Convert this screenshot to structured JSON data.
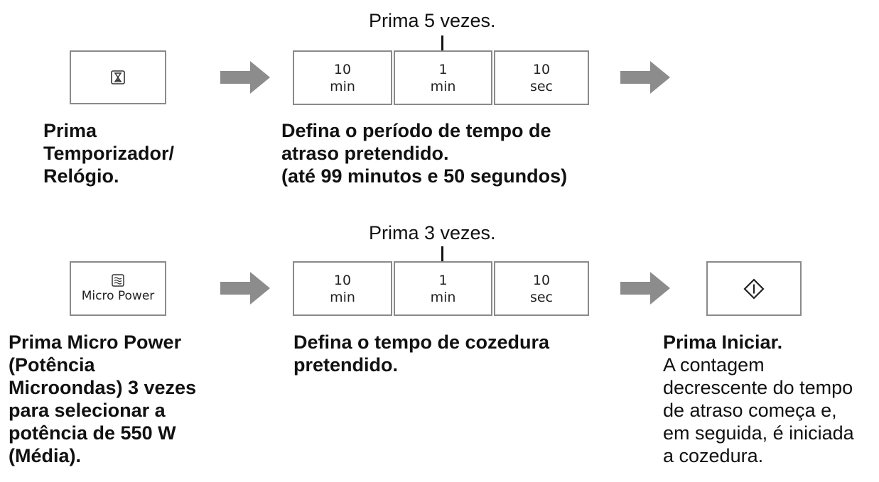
{
  "row1": {
    "press_count": "Prima 5 vezes.",
    "timer_button": {
      "icon": "hourglass-icon"
    },
    "time_buttons": [
      {
        "top": "10",
        "bottom": "min"
      },
      {
        "top": "1",
        "bottom": "min"
      },
      {
        "top": "10",
        "bottom": "sec"
      }
    ],
    "caption_timer": [
      "Prima",
      "Temporizador/",
      "Relógio."
    ],
    "caption_set_delay": [
      "Defina o período de tempo de",
      "atraso pretendido.",
      "(até 99 minutos e 50 segundos)"
    ]
  },
  "row2": {
    "press_count": "Prima 3 vezes.",
    "micro_power_button": {
      "icon": "microwave-waves-icon",
      "label": "Micro Power"
    },
    "time_buttons": [
      {
        "top": "10",
        "bottom": "min"
      },
      {
        "top": "1",
        "bottom": "min"
      },
      {
        "top": "10",
        "bottom": "sec"
      }
    ],
    "start_button": {
      "icon": "start-diamond-icon"
    },
    "caption_micro_power": [
      "Prima Micro Power",
      "(Potência",
      "Microondas) 3 vezes",
      "para selecionar a",
      "potência de 550 W",
      "(Média)."
    ],
    "caption_set_cook": [
      "Defina o tempo de cozedura",
      "pretendido."
    ],
    "caption_start_title": "Prima Iniciar.",
    "caption_start_body": [
      "A contagem",
      "decrescente do tempo",
      "de atraso começa e,",
      "em seguida, é iniciada",
      "a cozedura."
    ]
  },
  "colors": {
    "arrow": "#8c8c8c",
    "border": "#8a8a8a",
    "text": "#111111"
  }
}
